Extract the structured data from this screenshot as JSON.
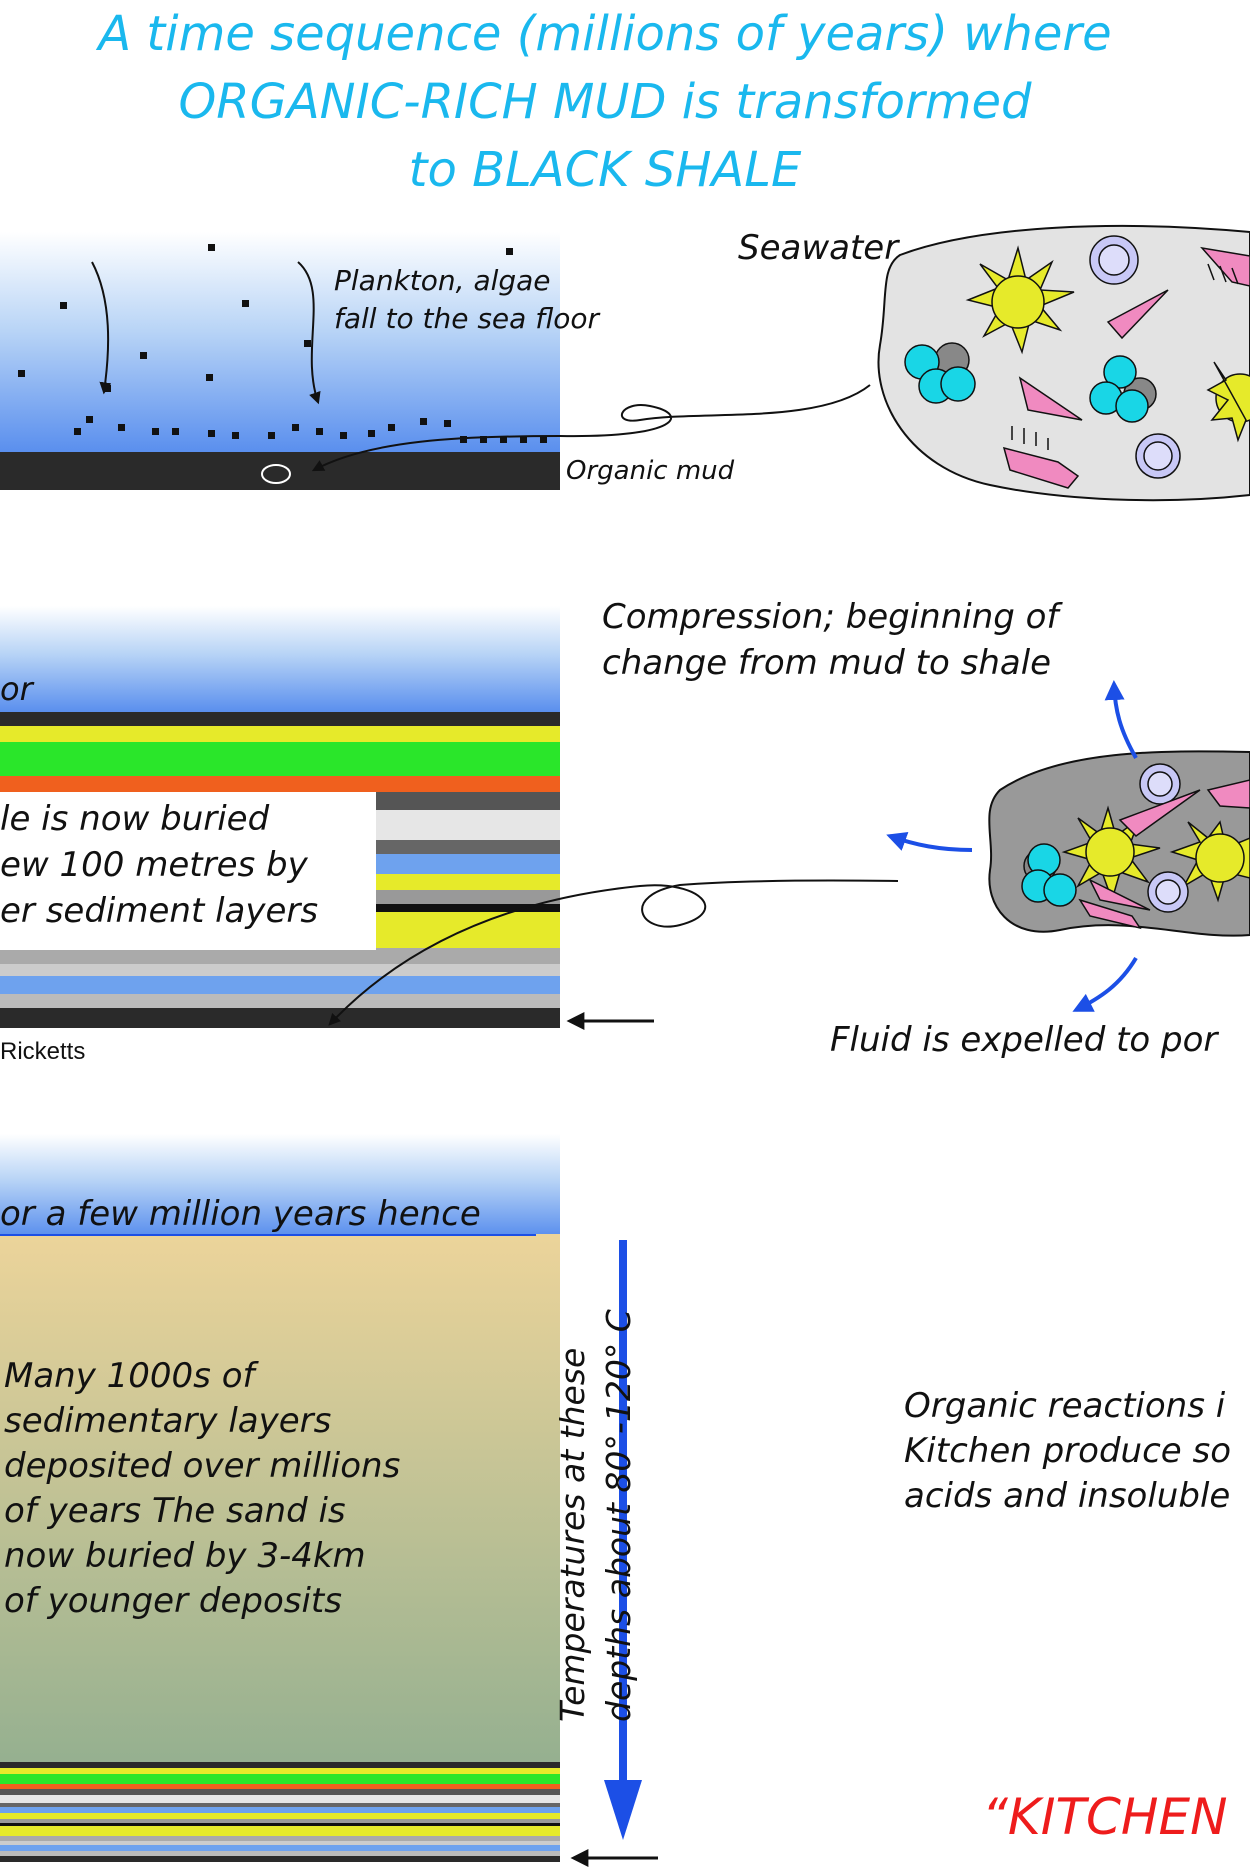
{
  "title": {
    "line1": "A time sequence (millions of years) where",
    "line2": "ORGANIC-RICH MUD is transformed",
    "line3": "to BLACK SHALE"
  },
  "panel1": {
    "plankton_line1": "Plankton, algae",
    "plankton_line2": "fall to the sea floor",
    "seawater": "Seawater",
    "organic_mud": "Organic mud"
  },
  "panel2": {
    "sea_floor_fragment": "or",
    "buried_line1": "le is now buried",
    "buried_line2": "ew 100 metres by",
    "buried_line3": "er sediment layers",
    "credit_fragment": "Ricketts",
    "compression_line1": "Compression; beginning of",
    "compression_line2": "change from mud to shale",
    "fluid": "Fluid is expelled to por"
  },
  "panel3": {
    "sea_floor_fragment": "or a few million years hence",
    "deposits_lines": [
      "Many 1000s of",
      "sedimentary layers",
      "deposited over millions",
      "of years The sand is",
      "now buried by 3-4km",
      "of younger deposits"
    ],
    "temp_line1": "Temperatures at these",
    "temp_line2": "depths about 80°-120° C",
    "organic_line1": "Organic reactions i",
    "organic_line2": "Kitchen produce so",
    "organic_line3": "acids and insoluble",
    "kitchen": "“KITCHEN"
  },
  "colors": {
    "title": "#1ab8ee",
    "sea_top": "#ffffff",
    "sea_bottom": "#5a8fee",
    "shale": "#2a2a2a",
    "kitchen": "#ee1c1c",
    "arrow_blue": "#1c4fe6",
    "particle_cyan": "#19d6e6",
    "particle_yellow": "#e6ea2a",
    "particle_pink": "#f08ac0",
    "particle_lavender": "#c8c8f6"
  }
}
